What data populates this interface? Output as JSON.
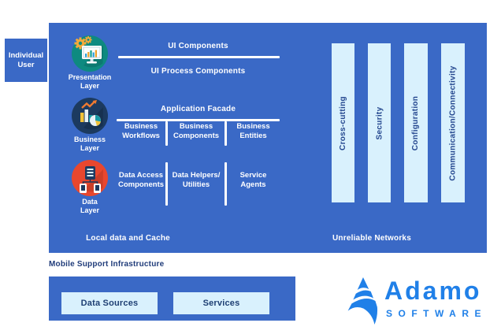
{
  "colors": {
    "panel_blue": "#3a69c6",
    "light_blue": "#d9f1fd",
    "navy_text": "#1e3f73",
    "bar_label_navy": "#24478f",
    "infra_title_navy": "#203c7a",
    "logo_blue": "#2080e8",
    "presentation_icon_teal": "#0e8a80",
    "business_icon_navy": "#1c3a5f",
    "data_icon_red": "#e8472e"
  },
  "user_box": {
    "label": "Individual\nUser"
  },
  "layers": [
    {
      "label": "Presentation\nLayer"
    },
    {
      "label": "Business\nLayer"
    },
    {
      "label": "Data\nLayer"
    }
  ],
  "main_panel": {
    "ui_components": "UI Components",
    "ui_process_components": "UI Process Components",
    "application_facade": "Application Facade",
    "business_cells": [
      "Business\nWorkflows",
      "Business\nComponents",
      "Business\nEntities"
    ],
    "data_cells": [
      "Data Access\nComponents",
      "Data Helpers/\nUtilities",
      "Service\nAgents"
    ],
    "local_data": "Local data and Cache",
    "unreliable_networks": "Unreliable Networks",
    "bars": [
      "Cross-cutting",
      "Security",
      "Configuration",
      "Communication/Connectivity"
    ]
  },
  "infrastructure": {
    "title": "Mobile Support Infrastructure",
    "boxes": [
      "Data Sources",
      "Services"
    ]
  },
  "logo": {
    "name": "Adamo",
    "subtitle": "SOFTWARE"
  }
}
